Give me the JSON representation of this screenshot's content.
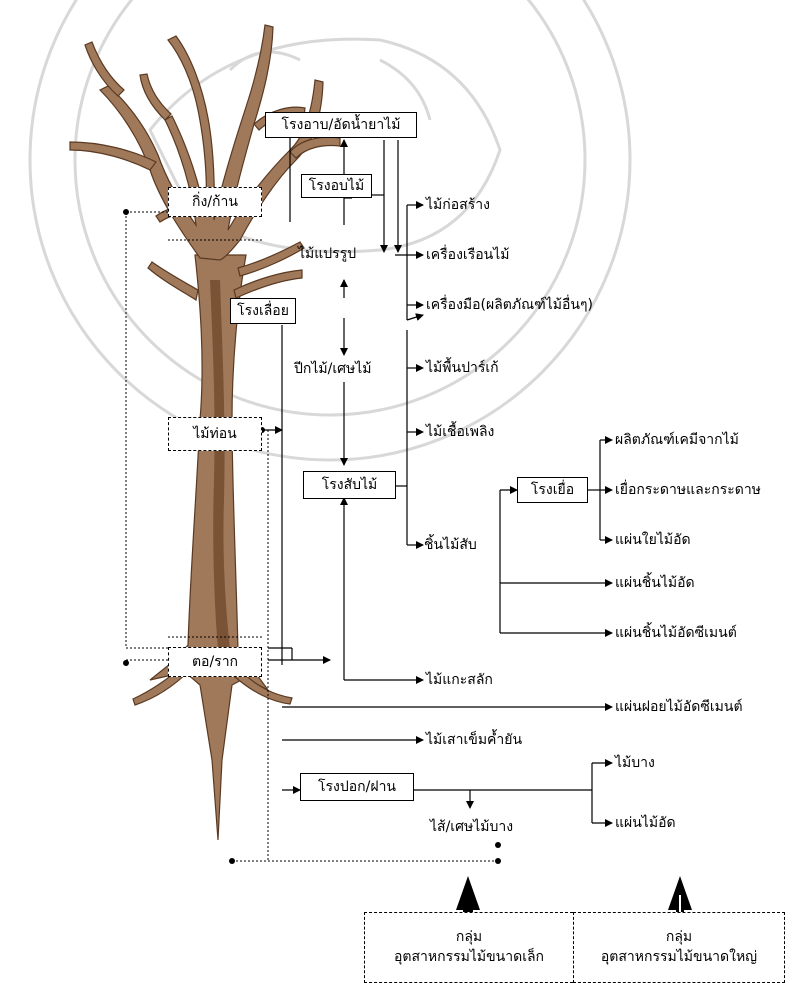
{
  "nodes": {
    "kiln_mill": "โรงอาบ/อัดน้ำยาไม้",
    "drying_mill": "โรงอบไม้",
    "branches": "กิ่ง/ก้าน",
    "processed_wood": "ไม้แปรรูป",
    "sawmill": "โรงเลื่อย",
    "offcuts": "ปีกไม้/เศษไม้",
    "log": "ไม้ท่อน",
    "chipping_mill": "โรงสับไม้",
    "stump_root": "ตอ/ราก",
    "peeling_mill": "โรงปอก/ฝาน",
    "veneer_waste": "ไส้/เศษไม้บาง",
    "pulp_mill": "โรงเยื่อ",
    "wood_chips": "ชิ้นไม้สับ"
  },
  "products": {
    "construction_wood": "ไม้ก่อสร้าง",
    "furniture": "เครื่องเรือนไม้",
    "tools_products": "เครื่องมือ(ผลิตภัณฑ์ไม้อื่นๆ)",
    "parquet": "ไม้พื้นปาร์เก้",
    "fuelwood": "ไม้เชื้อเพลิง",
    "chemical_products": "ผลิตภัณฑ์เคมีจากไม้",
    "pulp_paper": "เยื่อกระดาษและกระดาษ",
    "fiberboard": "แผ่นใยไม้อัด",
    "particleboard": "แผ่นชิ้นไม้อัด",
    "cement_particleboard": "แผ่นชิ้นไม้อัดซีเมนต์",
    "carving_wood": "ไม้แกะสลัก",
    "cement_fiberboard": "แผ่นฝอยไม้อัดซีเมนต์",
    "poles_props": "ไม้เสาเข็มค้ำยัน",
    "veneer": "ไม้บาง",
    "plywood": "แผ่นไม้อัด"
  },
  "legend": {
    "small_group": "กลุ่ม",
    "small_name": "อุตสาหกรรมไม้ขนาดเล็ก",
    "large_group": "กลุ่ม",
    "large_name": "อุตสาหกรรมไม้ขนาดใหญ่"
  },
  "colors": {
    "trunk": "#a0785a",
    "trunk_dark": "#7a5236",
    "watermark": "#d8d8d8",
    "line": "#000000"
  }
}
